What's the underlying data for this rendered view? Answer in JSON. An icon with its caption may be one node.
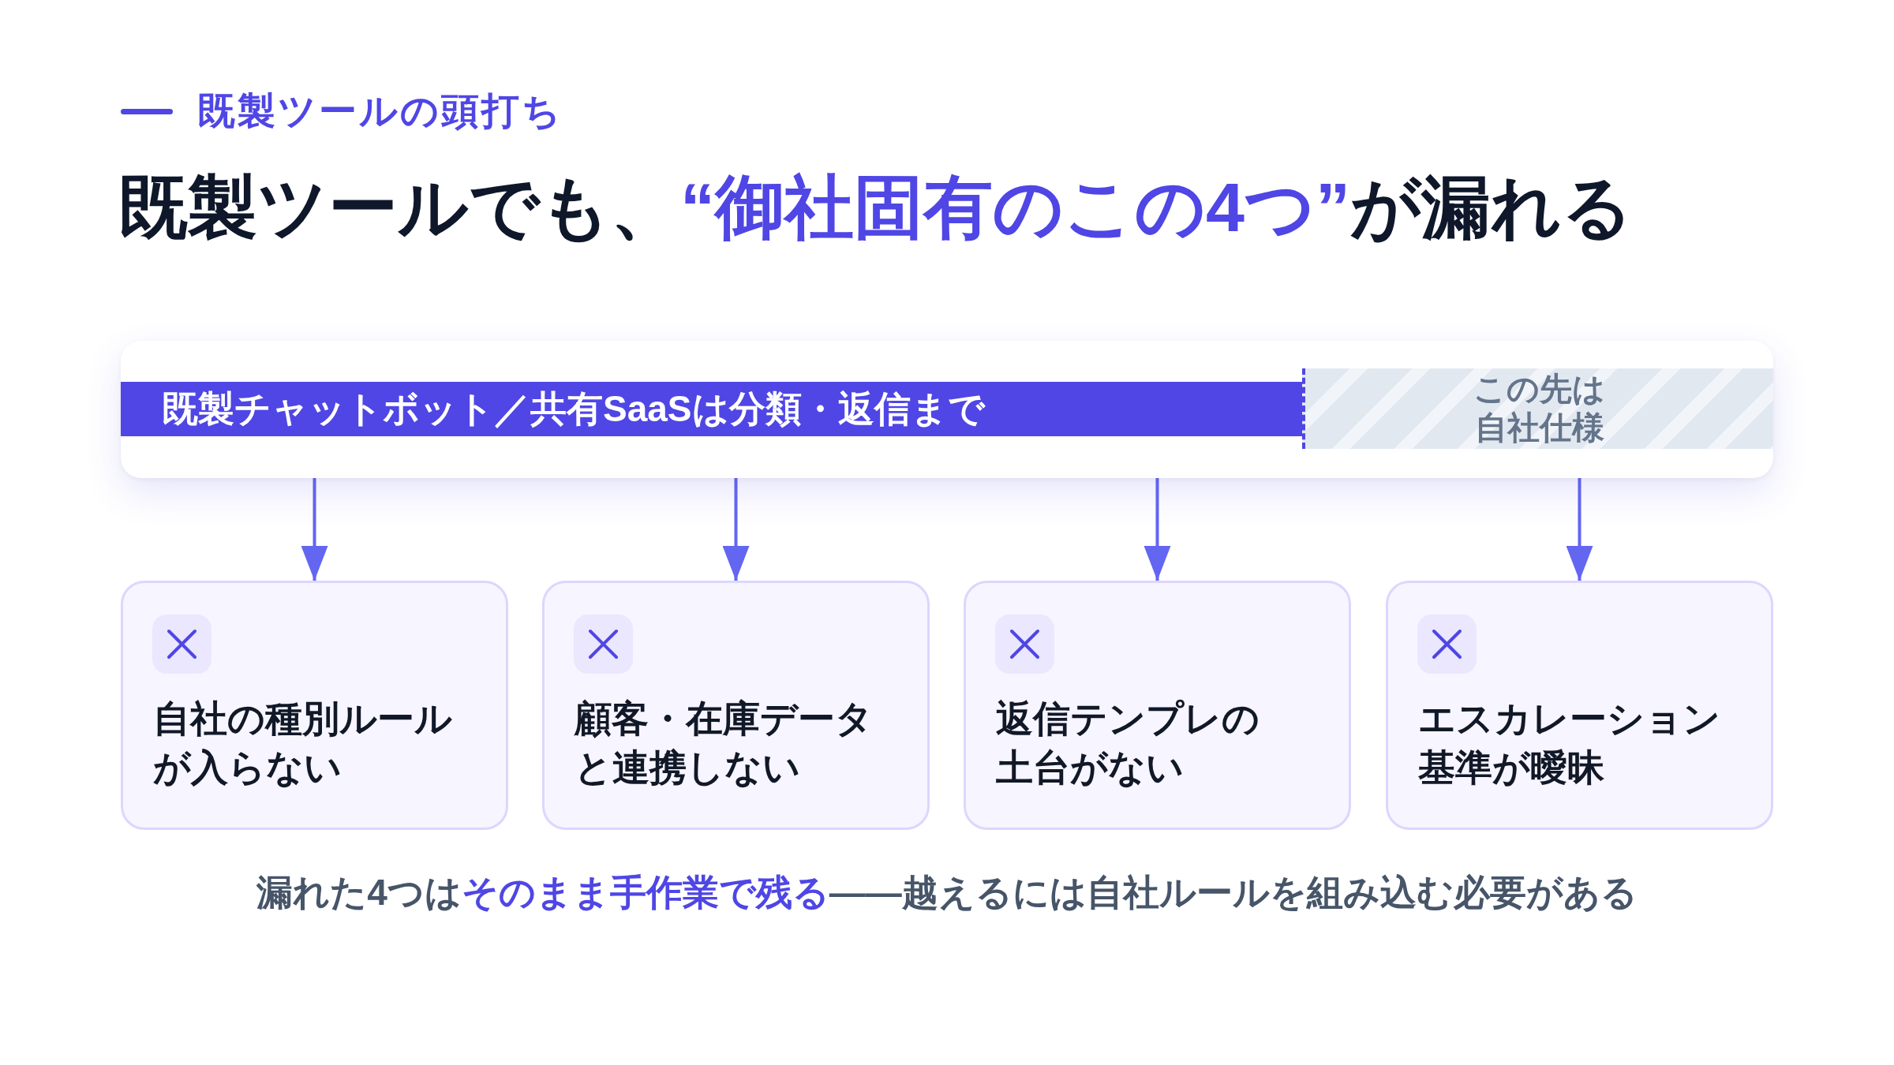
{
  "diagram": {
    "title": "既製ツールでも、**“御社固有のこの4つ”**が漏れる",
    "caption": "漏れた4つは**そのまま手作業で残る**——越えるには自社ルールを組み込む必要がある",
    "nodes": [
      {
        "text": [],
        "shape": "box"
      },
      {
        "text": [
          "既製チャットボット／共有SaaSは分類・返信まで"
        ],
        "in": 0
      },
      {
        "text": [
          "この先は自社仕様"
        ],
        "in": 0
      },
      {
        "text": [
          "自社の種別ルールが入らない"
        ]
      },
      {
        "text": [
          "顧客・在庫データと連携しない"
        ]
      },
      {
        "text": [
          "返信テンプレの土台がない"
        ]
      },
      {
        "text": [
          "エスカレーション基準が曖昧"
        ]
      }
    ],
    "edges": [
      {
        "from": 0,
        "to": 3,
        "arrow": "to"
      },
      {
        "from": 0,
        "to": 4,
        "arrow": "to"
      },
      {
        "from": 0,
        "to": 5,
        "arrow": "to"
      },
      {
        "from": 0,
        "to": 6,
        "arrow": "to"
      }
    ],
    "labels": [
      "既製ツールの頭打ち"
    ]
  }
}
